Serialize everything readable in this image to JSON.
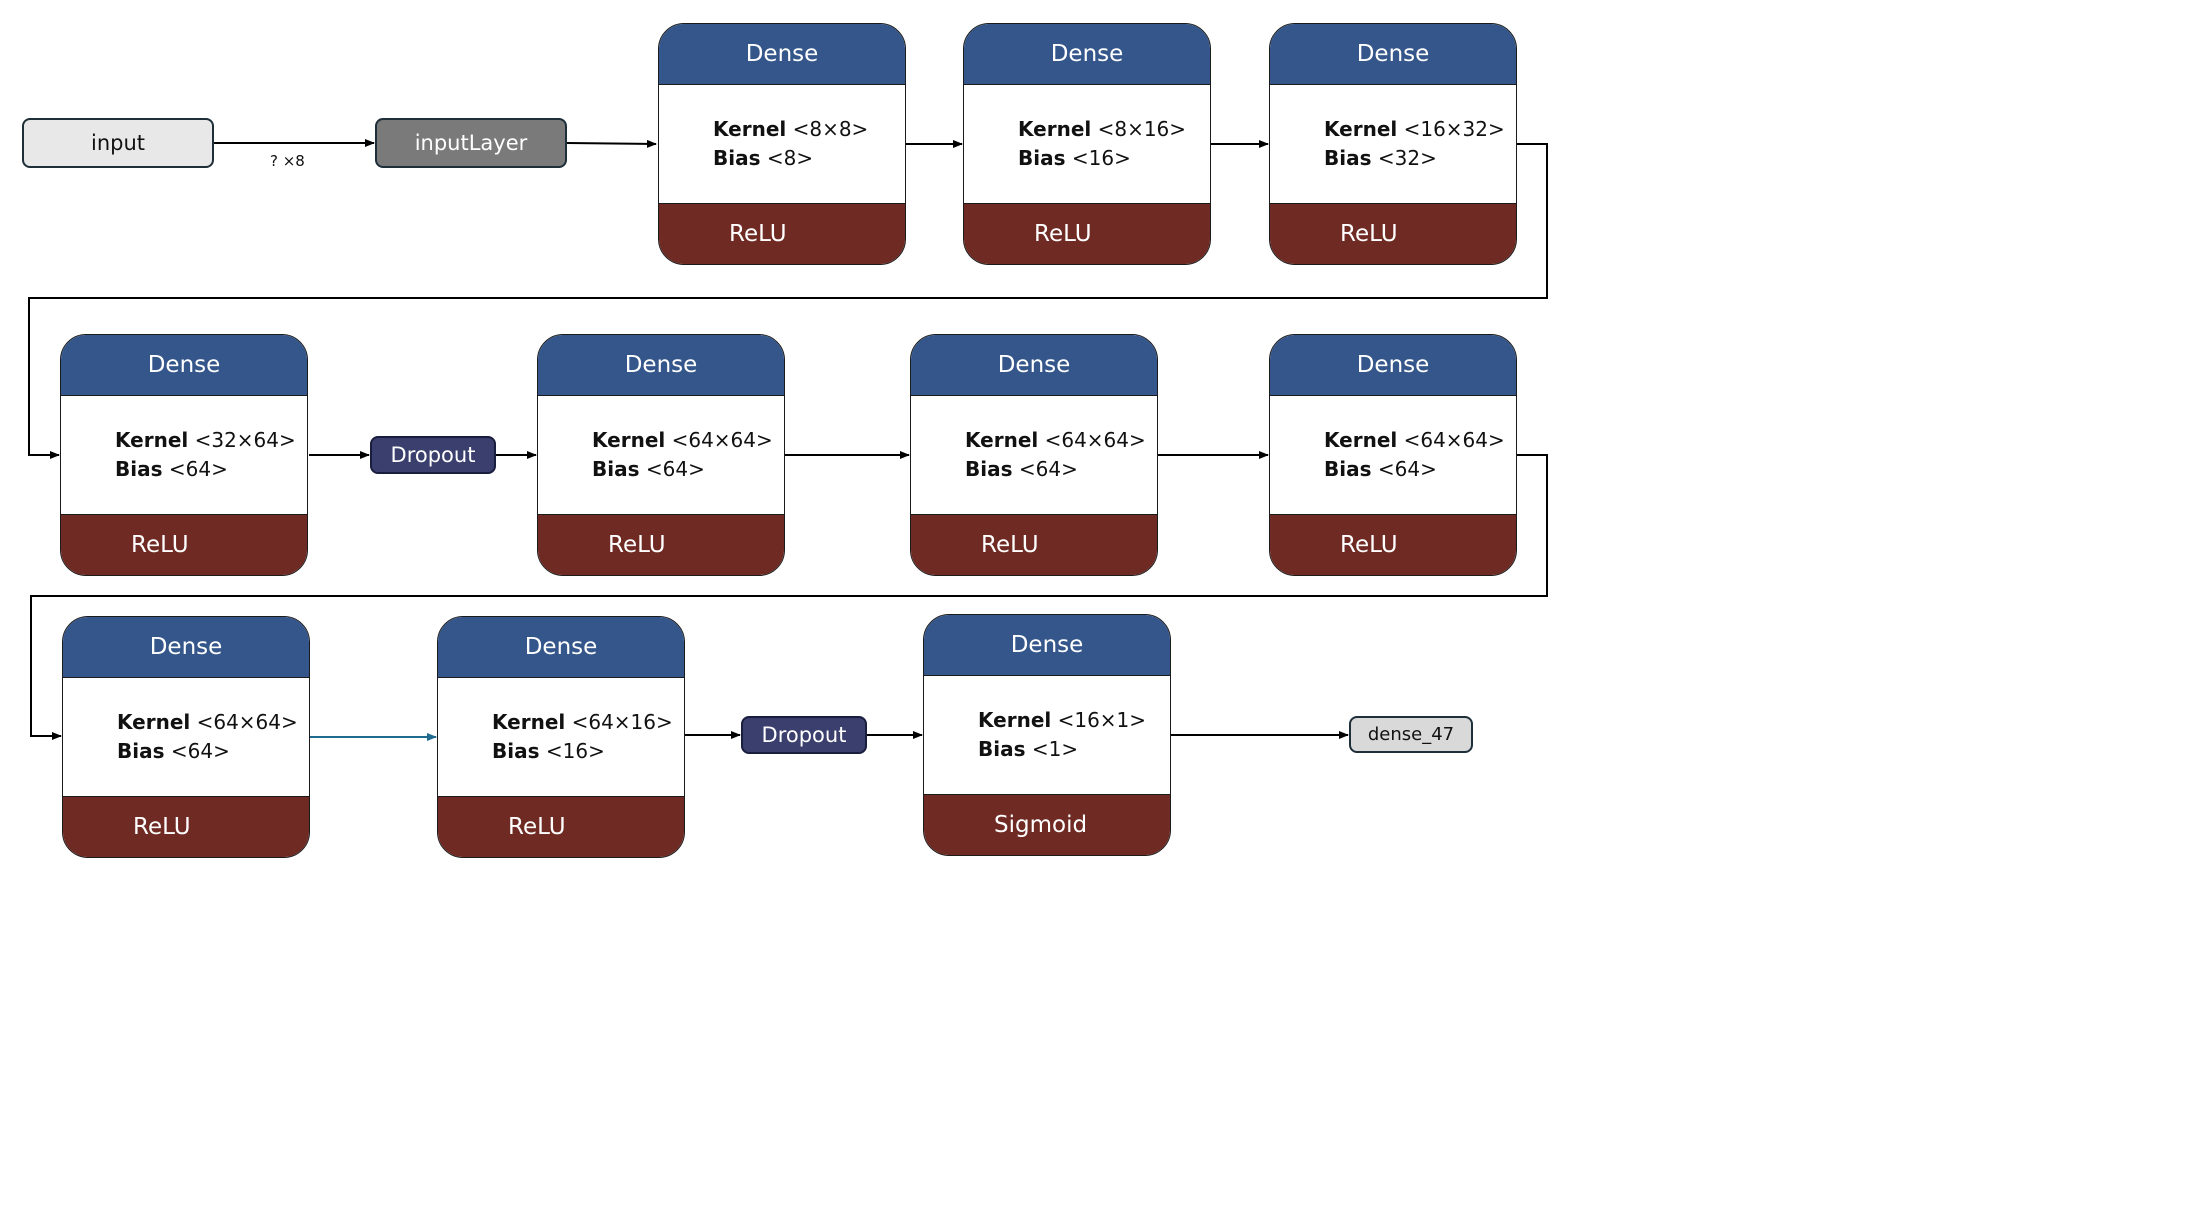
{
  "nodes": {
    "input": {
      "label": "input"
    },
    "input_layer": {
      "label": "inputLayer"
    },
    "dropout_1": {
      "label": "Dropout"
    },
    "dropout_2": {
      "label": "Dropout"
    },
    "output": {
      "label": "dense_47"
    }
  },
  "edges": {
    "input_shape": "? ×8"
  },
  "dense_layers": [
    {
      "title": "Dense",
      "kernel_label": "Kernel",
      "kernel": "<8×8>",
      "bias_label": "Bias",
      "bias": "<8>",
      "activation": "ReLU"
    },
    {
      "title": "Dense",
      "kernel_label": "Kernel",
      "kernel": "<8×16>",
      "bias_label": "Bias",
      "bias": "<16>",
      "activation": "ReLU"
    },
    {
      "title": "Dense",
      "kernel_label": "Kernel",
      "kernel": "<16×32>",
      "bias_label": "Bias",
      "bias": "<32>",
      "activation": "ReLU"
    },
    {
      "title": "Dense",
      "kernel_label": "Kernel",
      "kernel": "<32×64>",
      "bias_label": "Bias",
      "bias": "<64>",
      "activation": "ReLU"
    },
    {
      "title": "Dense",
      "kernel_label": "Kernel",
      "kernel": "<64×64>",
      "bias_label": "Bias",
      "bias": "<64>",
      "activation": "ReLU"
    },
    {
      "title": "Dense",
      "kernel_label": "Kernel",
      "kernel": "<64×64>",
      "bias_label": "Bias",
      "bias": "<64>",
      "activation": "ReLU"
    },
    {
      "title": "Dense",
      "kernel_label": "Kernel",
      "kernel": "<64×64>",
      "bias_label": "Bias",
      "bias": "<64>",
      "activation": "ReLU"
    },
    {
      "title": "Dense",
      "kernel_label": "Kernel",
      "kernel": "<64×64>",
      "bias_label": "Bias",
      "bias": "<64>",
      "activation": "ReLU"
    },
    {
      "title": "Dense",
      "kernel_label": "Kernel",
      "kernel": "<64×16>",
      "bias_label": "Bias",
      "bias": "<16>",
      "activation": "ReLU"
    },
    {
      "title": "Dense",
      "kernel_label": "Kernel",
      "kernel": "<16×1>",
      "bias_label": "Bias",
      "bias": "<1>",
      "activation": "Sigmoid"
    }
  ],
  "colors": {
    "dense_header": "#34568a",
    "dense_activation": "#6e2a23",
    "dropout": "#3a3f6e",
    "input_layer": "#7a7a7a",
    "connector": "#000000",
    "highlight_connector": "#1f6b8f"
  }
}
